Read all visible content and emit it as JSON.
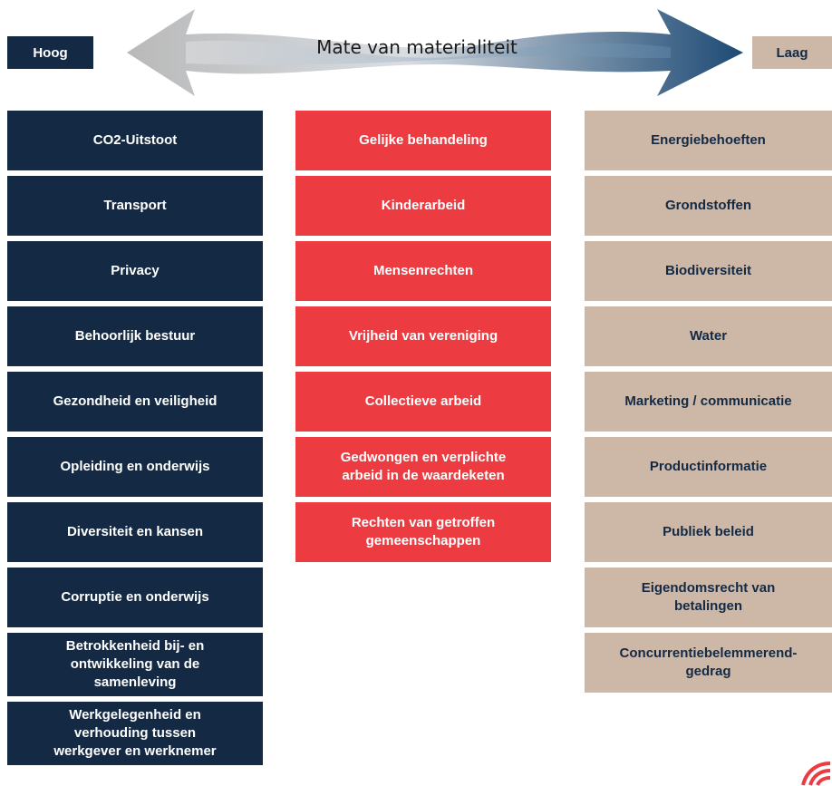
{
  "header": {
    "left_label": "Hoog",
    "right_label": "Laag",
    "title": "Mate van materialiteit"
  },
  "columns": {
    "high": [
      "CO2-Uitstoot",
      "Transport",
      "Privacy",
      "Behoorlijk bestuur",
      "Gezondheid en veiligheid",
      "Opleiding en onderwijs",
      "Diversiteit en kansen",
      "Corruptie en onderwijs",
      "Betrokkenheid bij- en\nontwikkeling van de\nsamenleving",
      "Werkgelegenheid en\nverhouding tussen\nwerkgever en werknemer"
    ],
    "medium": [
      "Gelijke behandeling",
      "Kinderarbeid",
      "Mensenrechten",
      "Vrijheid van vereniging",
      "Collectieve arbeid",
      "Gedwongen en verplichte\narbeid in de waardeketen",
      "Rechten van getroffen\ngemeenschappen"
    ],
    "low": [
      "Energiebehoeften",
      "Grondstoffen",
      "Biodiversiteit",
      "Water",
      "Marketing / communicatie",
      "Productinformatie",
      "Publiek beleid",
      "Eigendomsrecht van\nbetalingen",
      "Concurrentiebelemmerend-\ngedrag"
    ]
  },
  "colors": {
    "high": "#142a44",
    "medium": "#ec3c41",
    "low": "#cdb7a6"
  },
  "icons": {
    "arrow": "double-headed-arrow-icon",
    "logo": "brand-logo-icon"
  }
}
